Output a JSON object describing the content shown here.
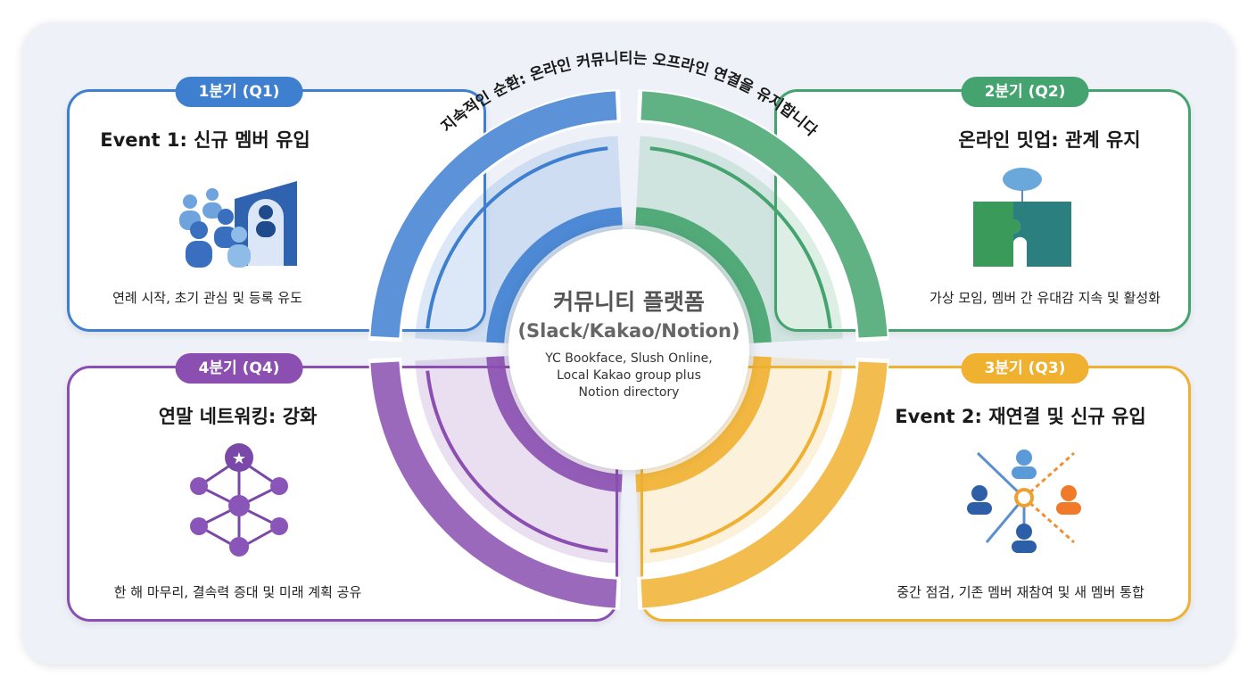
{
  "cycle_label": "지속적인 순환: 온라인 커뮤니티는 오프라인 연결을 유지합니다",
  "center": {
    "title": "커뮤니티 플랫폼",
    "subtitle": "(Slack/Kakao/Notion)",
    "description_lines": [
      "YC Bookface, Slush Online,",
      "Local Kakao group plus",
      "Notion directory"
    ]
  },
  "quarters": [
    {
      "badge": "1분기 (Q1)",
      "title": "Event 1: 신규 멤버 유입",
      "description": "연례 시작, 초기 관심 및 등록 유도",
      "color": "#3f7fd0",
      "icon": "people-door-icon"
    },
    {
      "badge": "2분기 (Q2)",
      "title": "온라인 밋업: 관계 유지",
      "description": "가상 모임, 멤버 간 유대감 지속 및 활성화",
      "color": "#44a36e",
      "icon": "puzzle-cloud-icon"
    },
    {
      "badge": "3분기 (Q3)",
      "title": "Event 2: 재연결 및 신규 유입",
      "description": "중간 점검, 기존 멤버 재참여 및 새 멤버 통합",
      "color": "#f0b030",
      "icon": "network-hub-icon"
    },
    {
      "badge": "4분기 (Q4)",
      "title": "연말 네트워킹: 강화",
      "description": "한 해 마무리, 결속력 증대 및 미래 계획 공유",
      "color": "#8a4fb0",
      "icon": "star-network-icon"
    }
  ]
}
